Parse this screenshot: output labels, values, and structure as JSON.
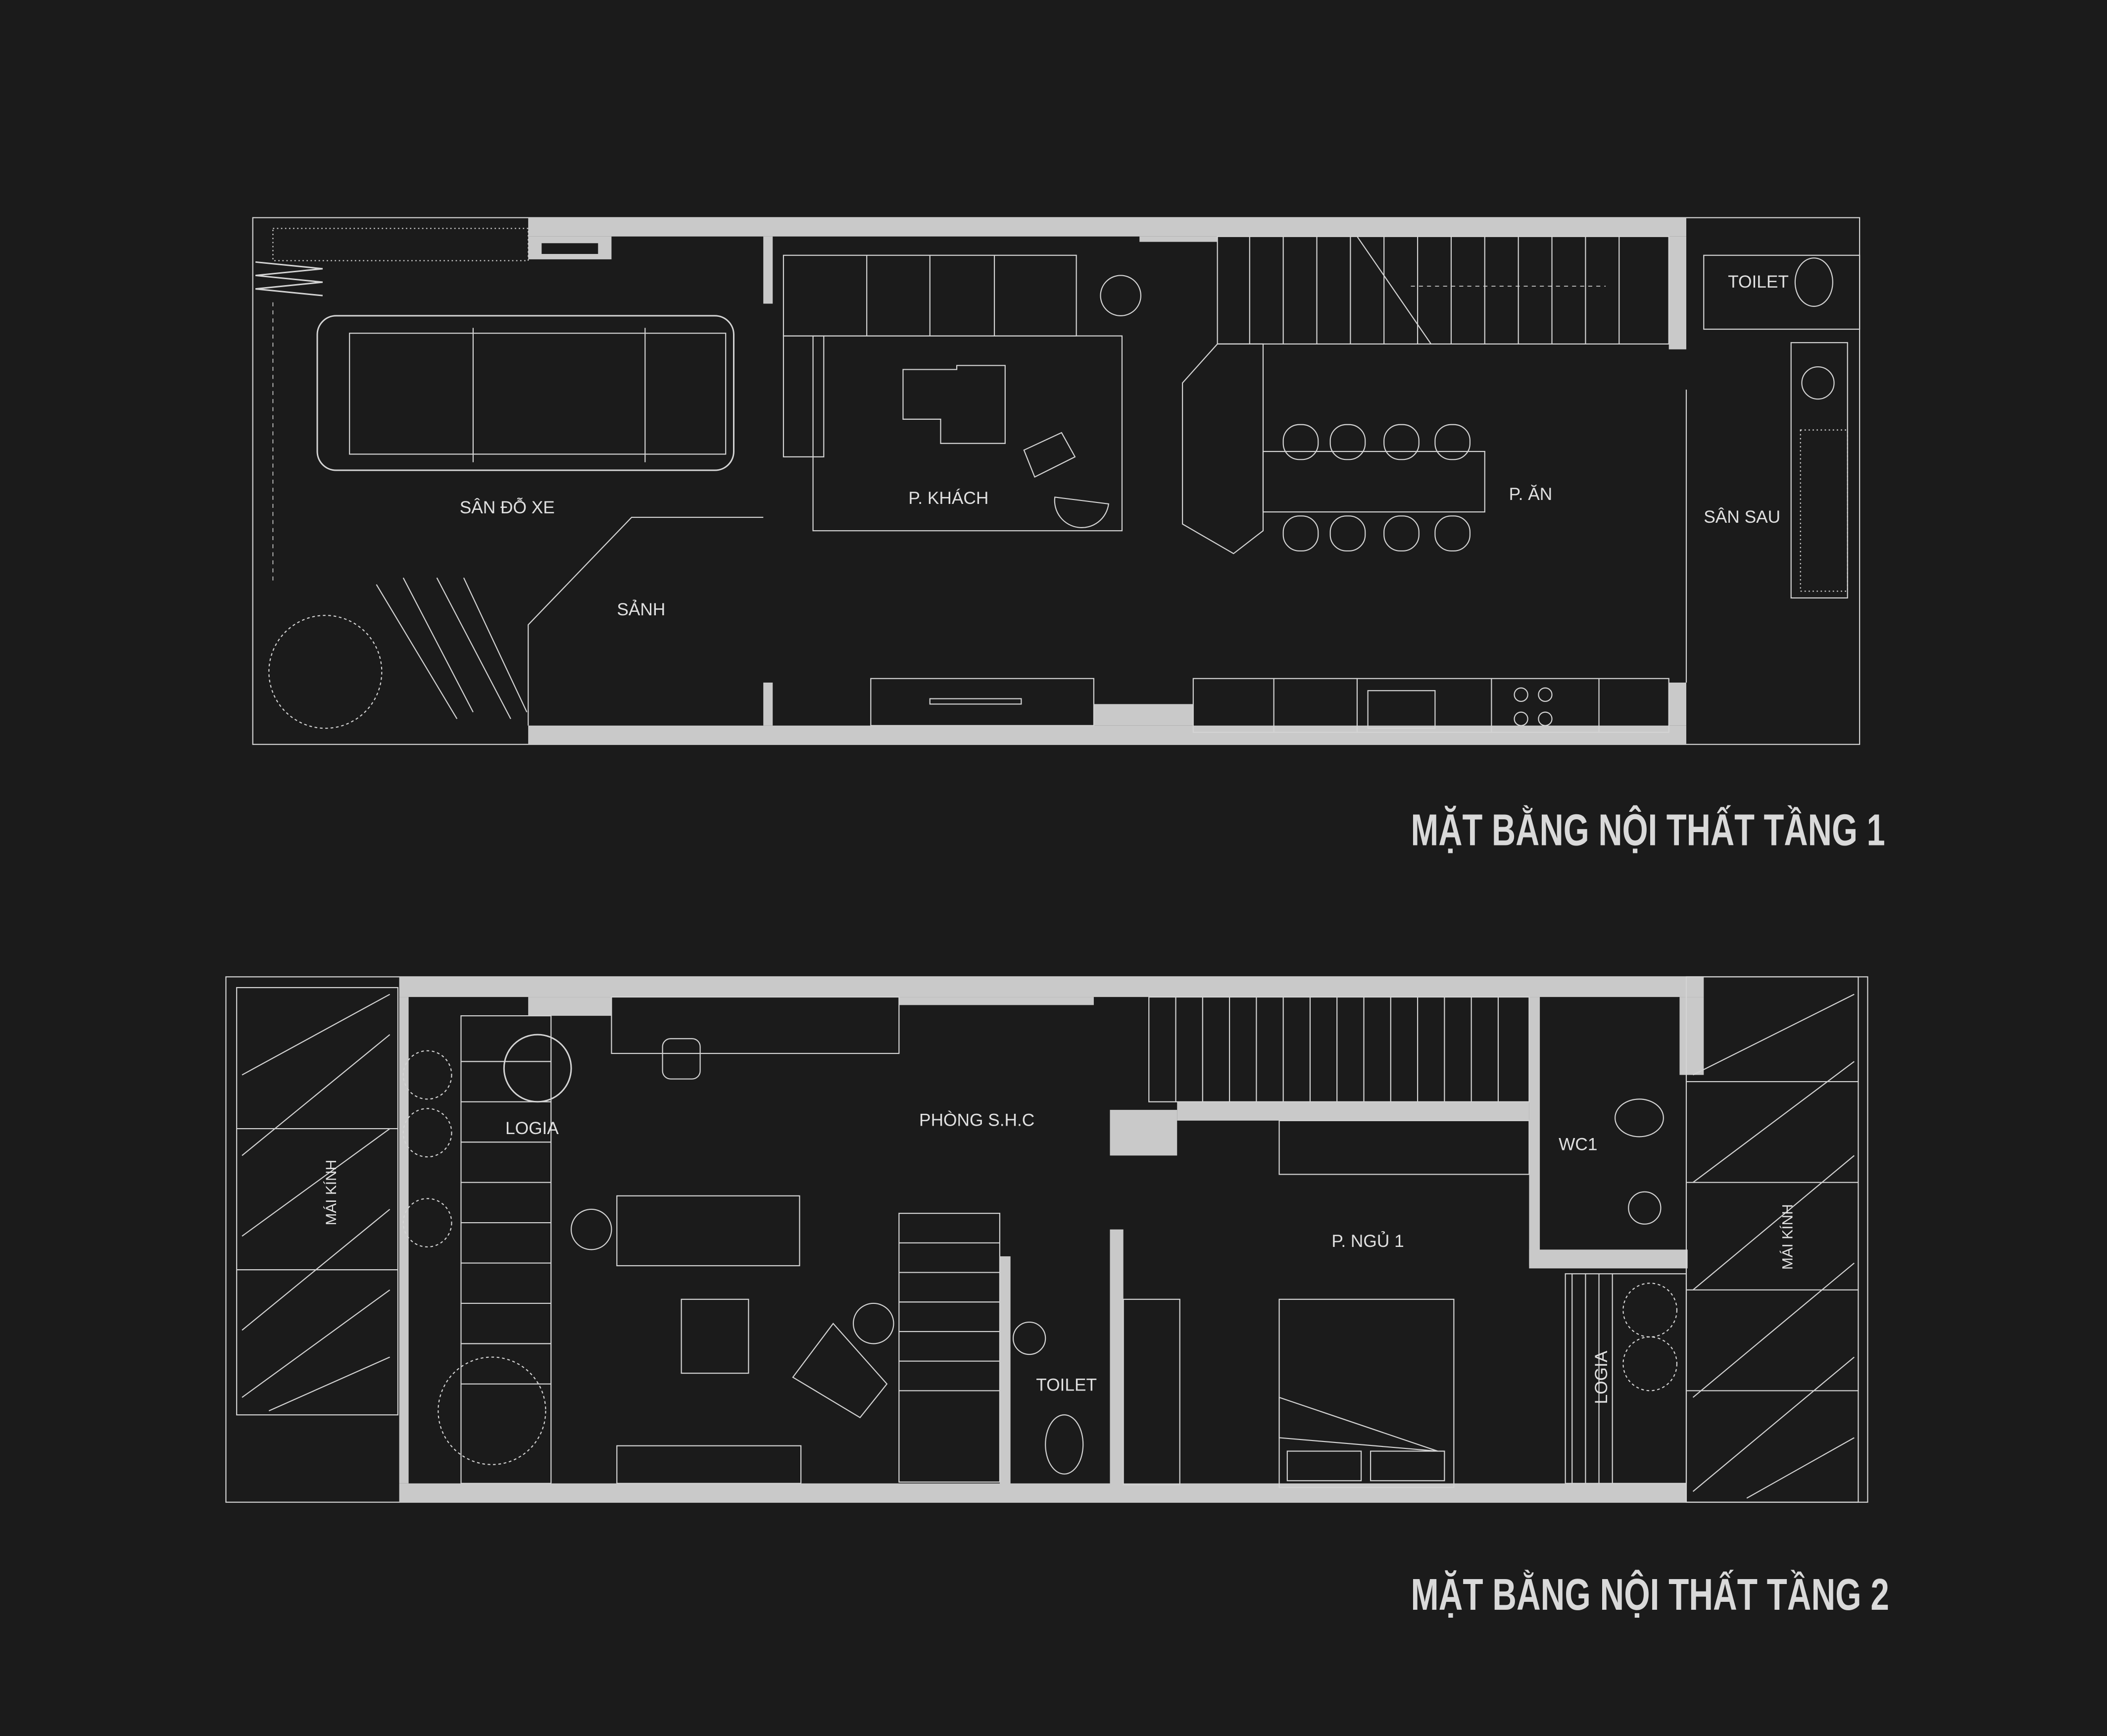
{
  "colors": {
    "background": "#1b1b1b",
    "wall": "#c9c9c9",
    "line": "#d4d4d4"
  },
  "floor1": {
    "title": "MẶT BẰNG NỘI THẤT TẦNG 1",
    "rooms": {
      "parking": "SÂN ĐỖ XE",
      "lobby": "SẢNH",
      "living": "P. KHÁCH",
      "dining": "P. ĂN",
      "backyard": "SÂN SAU",
      "toilet": "TOILET"
    }
  },
  "floor2": {
    "title": "MẶT BẰNG NỘI THẤT TẦNG 2",
    "rooms": {
      "logia_left": "LOGIA",
      "glass_roof_left": "MÁI KÍNH",
      "family_room": "PHÒNG S.H.C",
      "toilet": "TOILET",
      "wc1": "WC1",
      "bedroom1": "P. NGỦ 1",
      "logia_right": "LOGIA",
      "glass_roof_right": "MÁI KÍNH"
    }
  }
}
